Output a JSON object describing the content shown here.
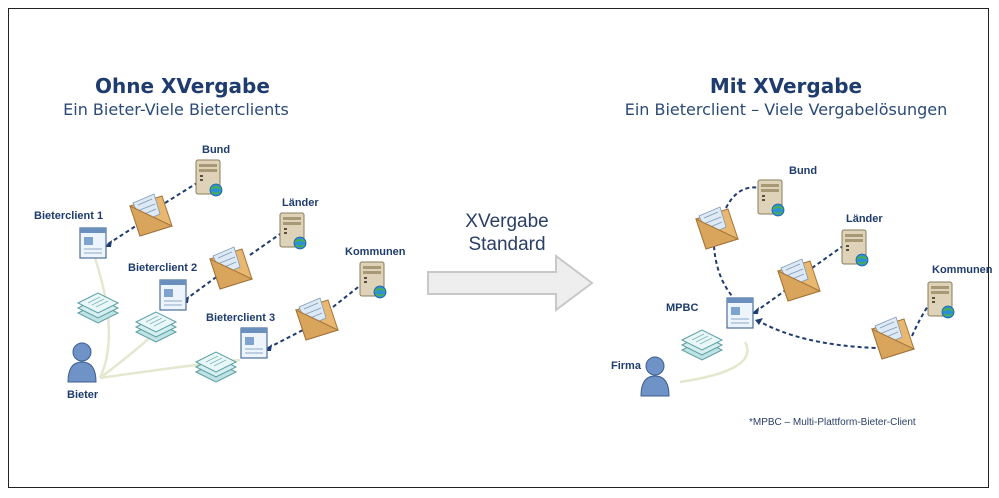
{
  "left": {
    "title": "Ohne XVergabe",
    "subtitle": "Ein Bieter-Viele Bieterclients",
    "labels": {
      "bund": "Bund",
      "laender": "Länder",
      "kommunen": "Kommunen",
      "client1": "Bieterclient  1",
      "client2": "Bieterclient 2",
      "client3": "Bieterclient 3",
      "bieter": "Bieter"
    }
  },
  "middle": {
    "line1": "XVergabe",
    "line2": "Standard"
  },
  "right": {
    "title": "Mit XVergabe",
    "subtitle": "Ein Bieterclient – Viele Vergabelösungen",
    "labels": {
      "bund": "Bund",
      "laender": "Länder",
      "kommunen": "Kommunen",
      "mpbc": "MPBC",
      "firma": "Firma"
    },
    "footnote": "*MPBC – Multi-Plattform-Bieter-Client"
  },
  "colors": {
    "title": "#1f3c6e",
    "dashed": "#1f3c6e",
    "arrow_fill": "#eeeeee",
    "arrow_stroke": "#c8c8c8"
  },
  "icons": [
    "server-icon",
    "envelope-icon",
    "client-window-icon",
    "document-stack-icon",
    "person-icon",
    "block-arrow-icon"
  ]
}
